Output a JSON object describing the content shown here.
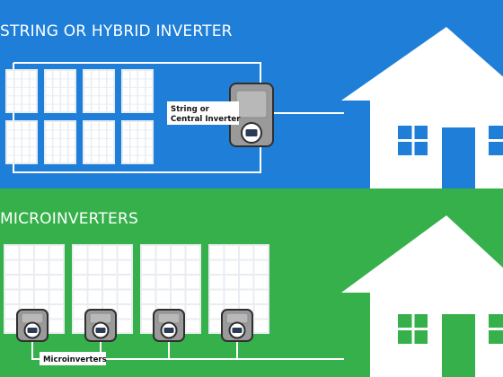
{
  "colors": {
    "top_background": "#1f7fd8",
    "bottom_background": "#35b04a",
    "panel_fill": "#ffffff",
    "wire": "#ffffff",
    "inverter_body": "#9a9a9a",
    "inverter_border": "#2f2f2f",
    "house": "#ffffff"
  },
  "sections": {
    "top": {
      "title": "STRING OR HYBRID INVERTER",
      "panel_count": 8,
      "inverter_label": "String or Central Inverter",
      "inverter_label_lines": [
        "String or",
        "Central Inverter"
      ],
      "house_icon": "house-icon"
    },
    "bottom": {
      "title": "MICROINVERTERS",
      "panel_count": 4,
      "microinverter_count": 4,
      "microinverter_label": "Microinverters",
      "house_icon": "house-icon"
    }
  }
}
